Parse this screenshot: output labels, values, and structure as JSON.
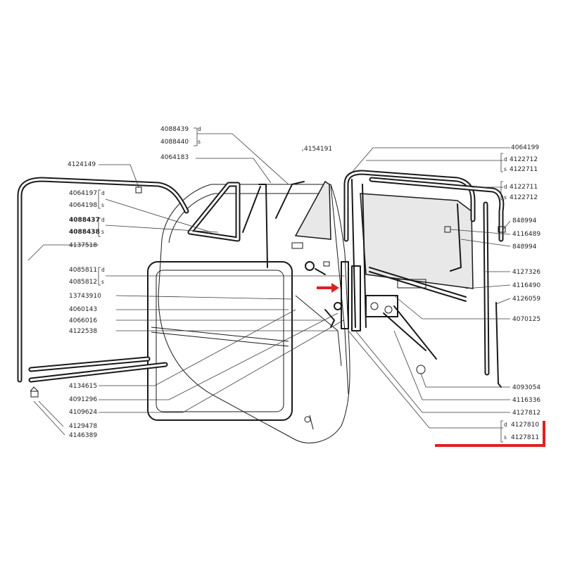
{
  "labels": {
    "p4088439": "4088439",
    "p4088440": "4088440",
    "p4064183": "4064183",
    "p4154191": "4154191",
    "p4064199": "4064199",
    "p4122712a": "4122712",
    "p4122711a": "4122711",
    "p4122711b": "4122711",
    "p4122712b": "4122712",
    "p848994a": "848994",
    "p4116489": "4116489",
    "p848994b": "848994",
    "p4127326": "4127326",
    "p4116490": "4116490",
    "p4126059": "4126059",
    "p4070125": "4070125",
    "p4093054": "4093054",
    "p4116336": "4116336",
    "p4127812": "4127812",
    "p4127810": "4127810",
    "p4127811": "4127811",
    "p4124149": "4124149",
    "p4064197": "4064197",
    "p4064198": "4064198",
    "p4088437": "4088437",
    "p4088438": "4088438",
    "p4137518": "4137518",
    "p4085811": "4085811",
    "p4085812": "4085812",
    "p13743910": "13743910",
    "p4060143": "4060143",
    "p4066016": "4066016",
    "p4122538": "4122538",
    "p4134615": "4134615",
    "p4091296": "4091296",
    "p4109624": "4109624",
    "p4129478": "4129478",
    "p4146389": "4146389"
  },
  "suffixes": {
    "d": "d",
    "s": "s"
  },
  "colors": {
    "highlight": "#e02020",
    "ink": "#1a1a1a"
  }
}
